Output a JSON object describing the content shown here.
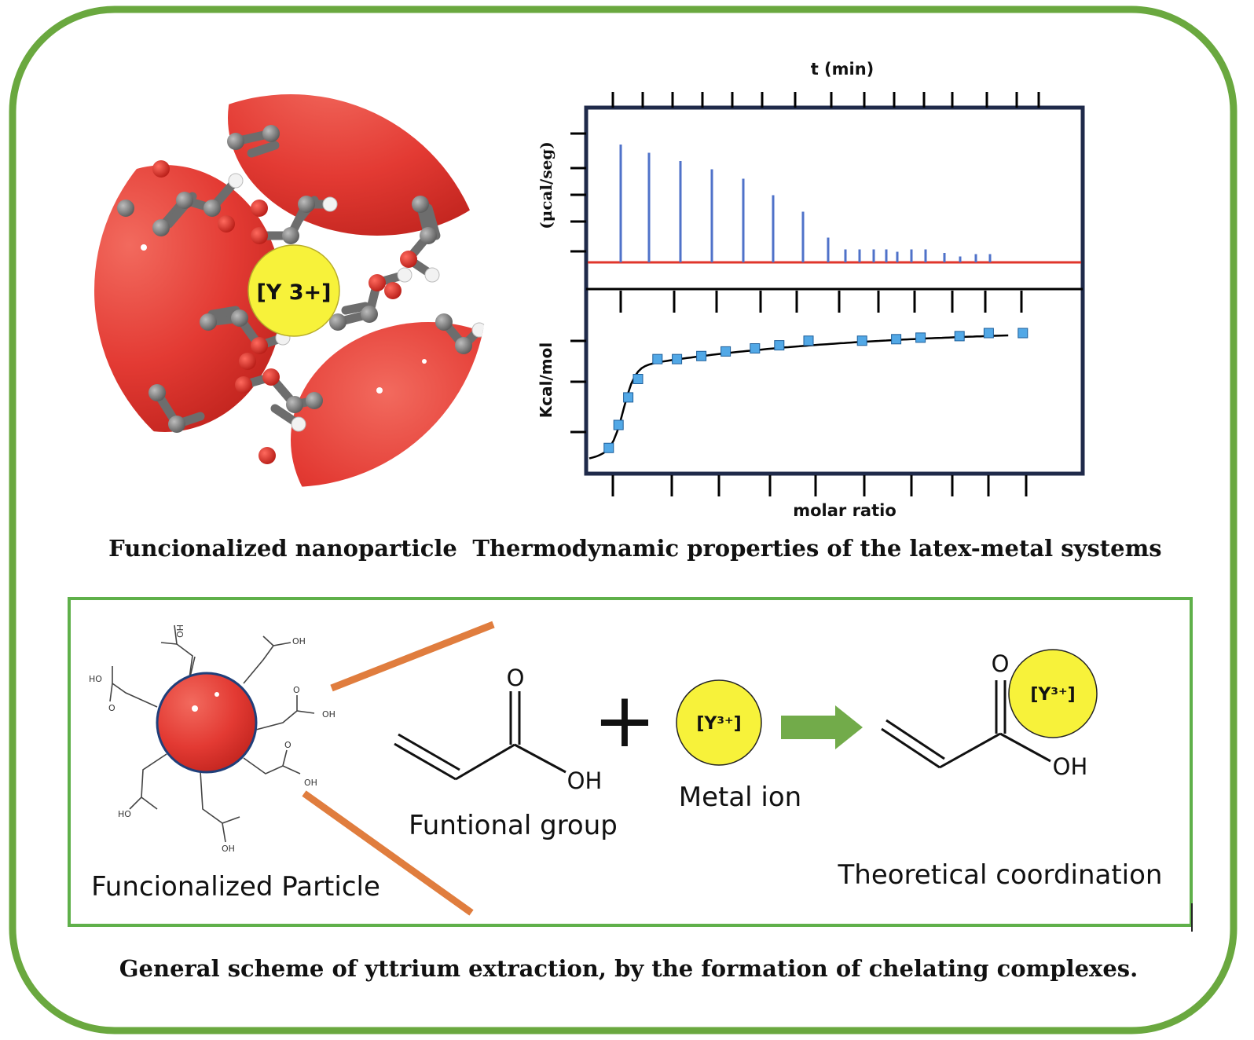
{
  "colors": {
    "frame_green": "#6aa83f",
    "panel_green": "#5fb04a",
    "sphere_red": "#e8413b",
    "ion_yellow": "#f7f23a",
    "axis_navy": "#1f2a4a",
    "peak_blue": "#4f72c9",
    "baseline_red": "#e0352b",
    "marker_blue": "#52a8e6",
    "connector_orange": "#e07d3e",
    "arrow_green": "#72ab4a"
  },
  "nanoparticle": {
    "ion_label": "[Y 3+]",
    "caption": "Funcionalized nanoparticle"
  },
  "itc_plot": {
    "top_axis_label": "t (min)",
    "upper_ylabel": "(μcal/seg)",
    "lower_ylabel": "Kcal/mol",
    "bottom_axis_label": "molar ratio",
    "caption": "Thermodynamic properties of the latex-metal systems"
  },
  "chart_data": {
    "type": "scatter",
    "title": "",
    "xlabel": "molar ratio",
    "ylabel": "Kcal/mol",
    "top_xlabel": "t (min)",
    "upper_ylabel": "(μcal/seg)",
    "peak_heights": [
      1.0,
      0.93,
      0.86,
      0.79,
      0.71,
      0.57,
      0.43,
      0.21,
      0.11,
      0.11,
      0.11,
      0.11,
      0.09,
      0.11,
      0.11,
      0.08,
      0.05,
      0.07,
      0.07
    ],
    "isotherm_points": [
      {
        "x": 0.04,
        "y": 0.05
      },
      {
        "x": 0.06,
        "y": 0.2
      },
      {
        "x": 0.08,
        "y": 0.38
      },
      {
        "x": 0.1,
        "y": 0.5
      },
      {
        "x": 0.14,
        "y": 0.63
      },
      {
        "x": 0.18,
        "y": 0.63
      },
      {
        "x": 0.23,
        "y": 0.65
      },
      {
        "x": 0.28,
        "y": 0.68
      },
      {
        "x": 0.34,
        "y": 0.7
      },
      {
        "x": 0.39,
        "y": 0.72
      },
      {
        "x": 0.45,
        "y": 0.75
      },
      {
        "x": 0.56,
        "y": 0.75
      },
      {
        "x": 0.63,
        "y": 0.76
      },
      {
        "x": 0.68,
        "y": 0.77
      },
      {
        "x": 0.76,
        "y": 0.78
      },
      {
        "x": 0.82,
        "y": 0.8
      },
      {
        "x": 0.89,
        "y": 0.8
      }
    ],
    "grid": false
  },
  "scheme": {
    "particle_caption": "Funcionalized Particle",
    "functional_group_caption": "Funtional group",
    "metal_ion_caption": "Metal ion",
    "metal_ion_label": "[Y³⁺]",
    "plus_sign": "+",
    "coordination_caption": "Theoretical coordination",
    "coordination_ion_label": "[Y³⁺]",
    "carbonyl_o": "O",
    "hydroxyl": "OH",
    "small_ho": "HO",
    "small_oh": "OH",
    "small_o": "O"
  },
  "footer_caption": "General scheme of yttrium extraction, by the formation of chelating complexes."
}
